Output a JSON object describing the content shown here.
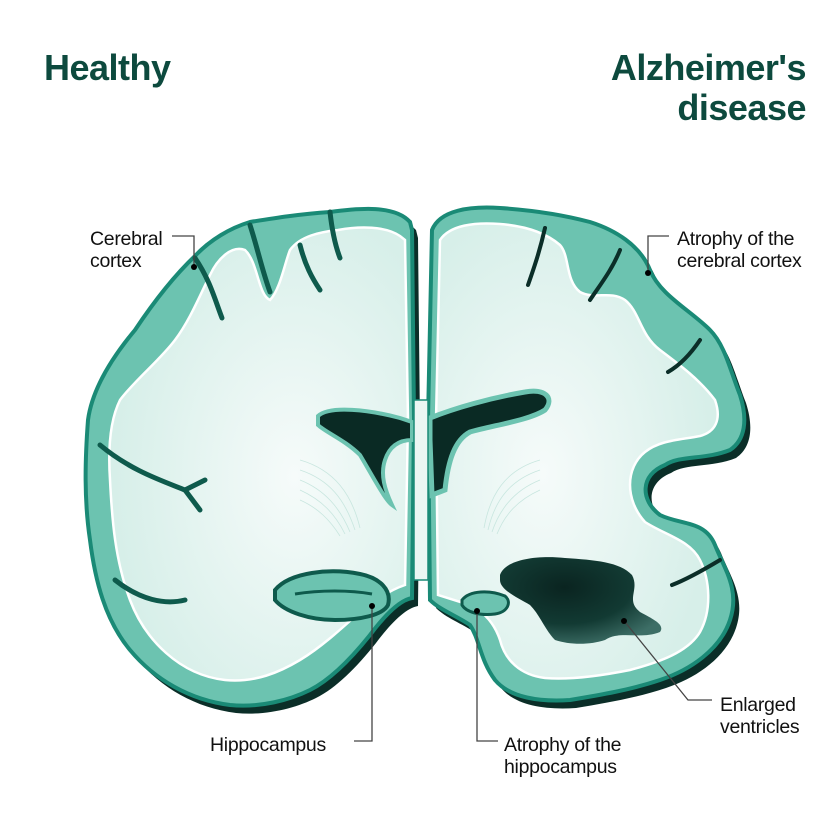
{
  "titles": {
    "left": "Healthy",
    "right_line1": "Alzheimer's",
    "right_line2": "disease"
  },
  "labels": {
    "cerebral_cortex_line1": "Cerebral",
    "cerebral_cortex_line2": "cortex",
    "atrophy_cortex_line1": "Atrophy of the",
    "atrophy_cortex_line2": "cerebral cortex",
    "hippocampus": "Hippocampus",
    "atrophy_hippo_line1": "Atrophy of the",
    "atrophy_hippo_line2": "hippocampus",
    "ventricles_line1": "Enlarged",
    "ventricles_line2": "ventricles"
  },
  "colors": {
    "title": "#0d4a3e",
    "cortex": "#6cc3b0",
    "cortex_outline": "#1a8a76",
    "white_matter": "#e4f4f0",
    "shadow": "#0b2e28",
    "ventricle": "#0a2a24"
  }
}
